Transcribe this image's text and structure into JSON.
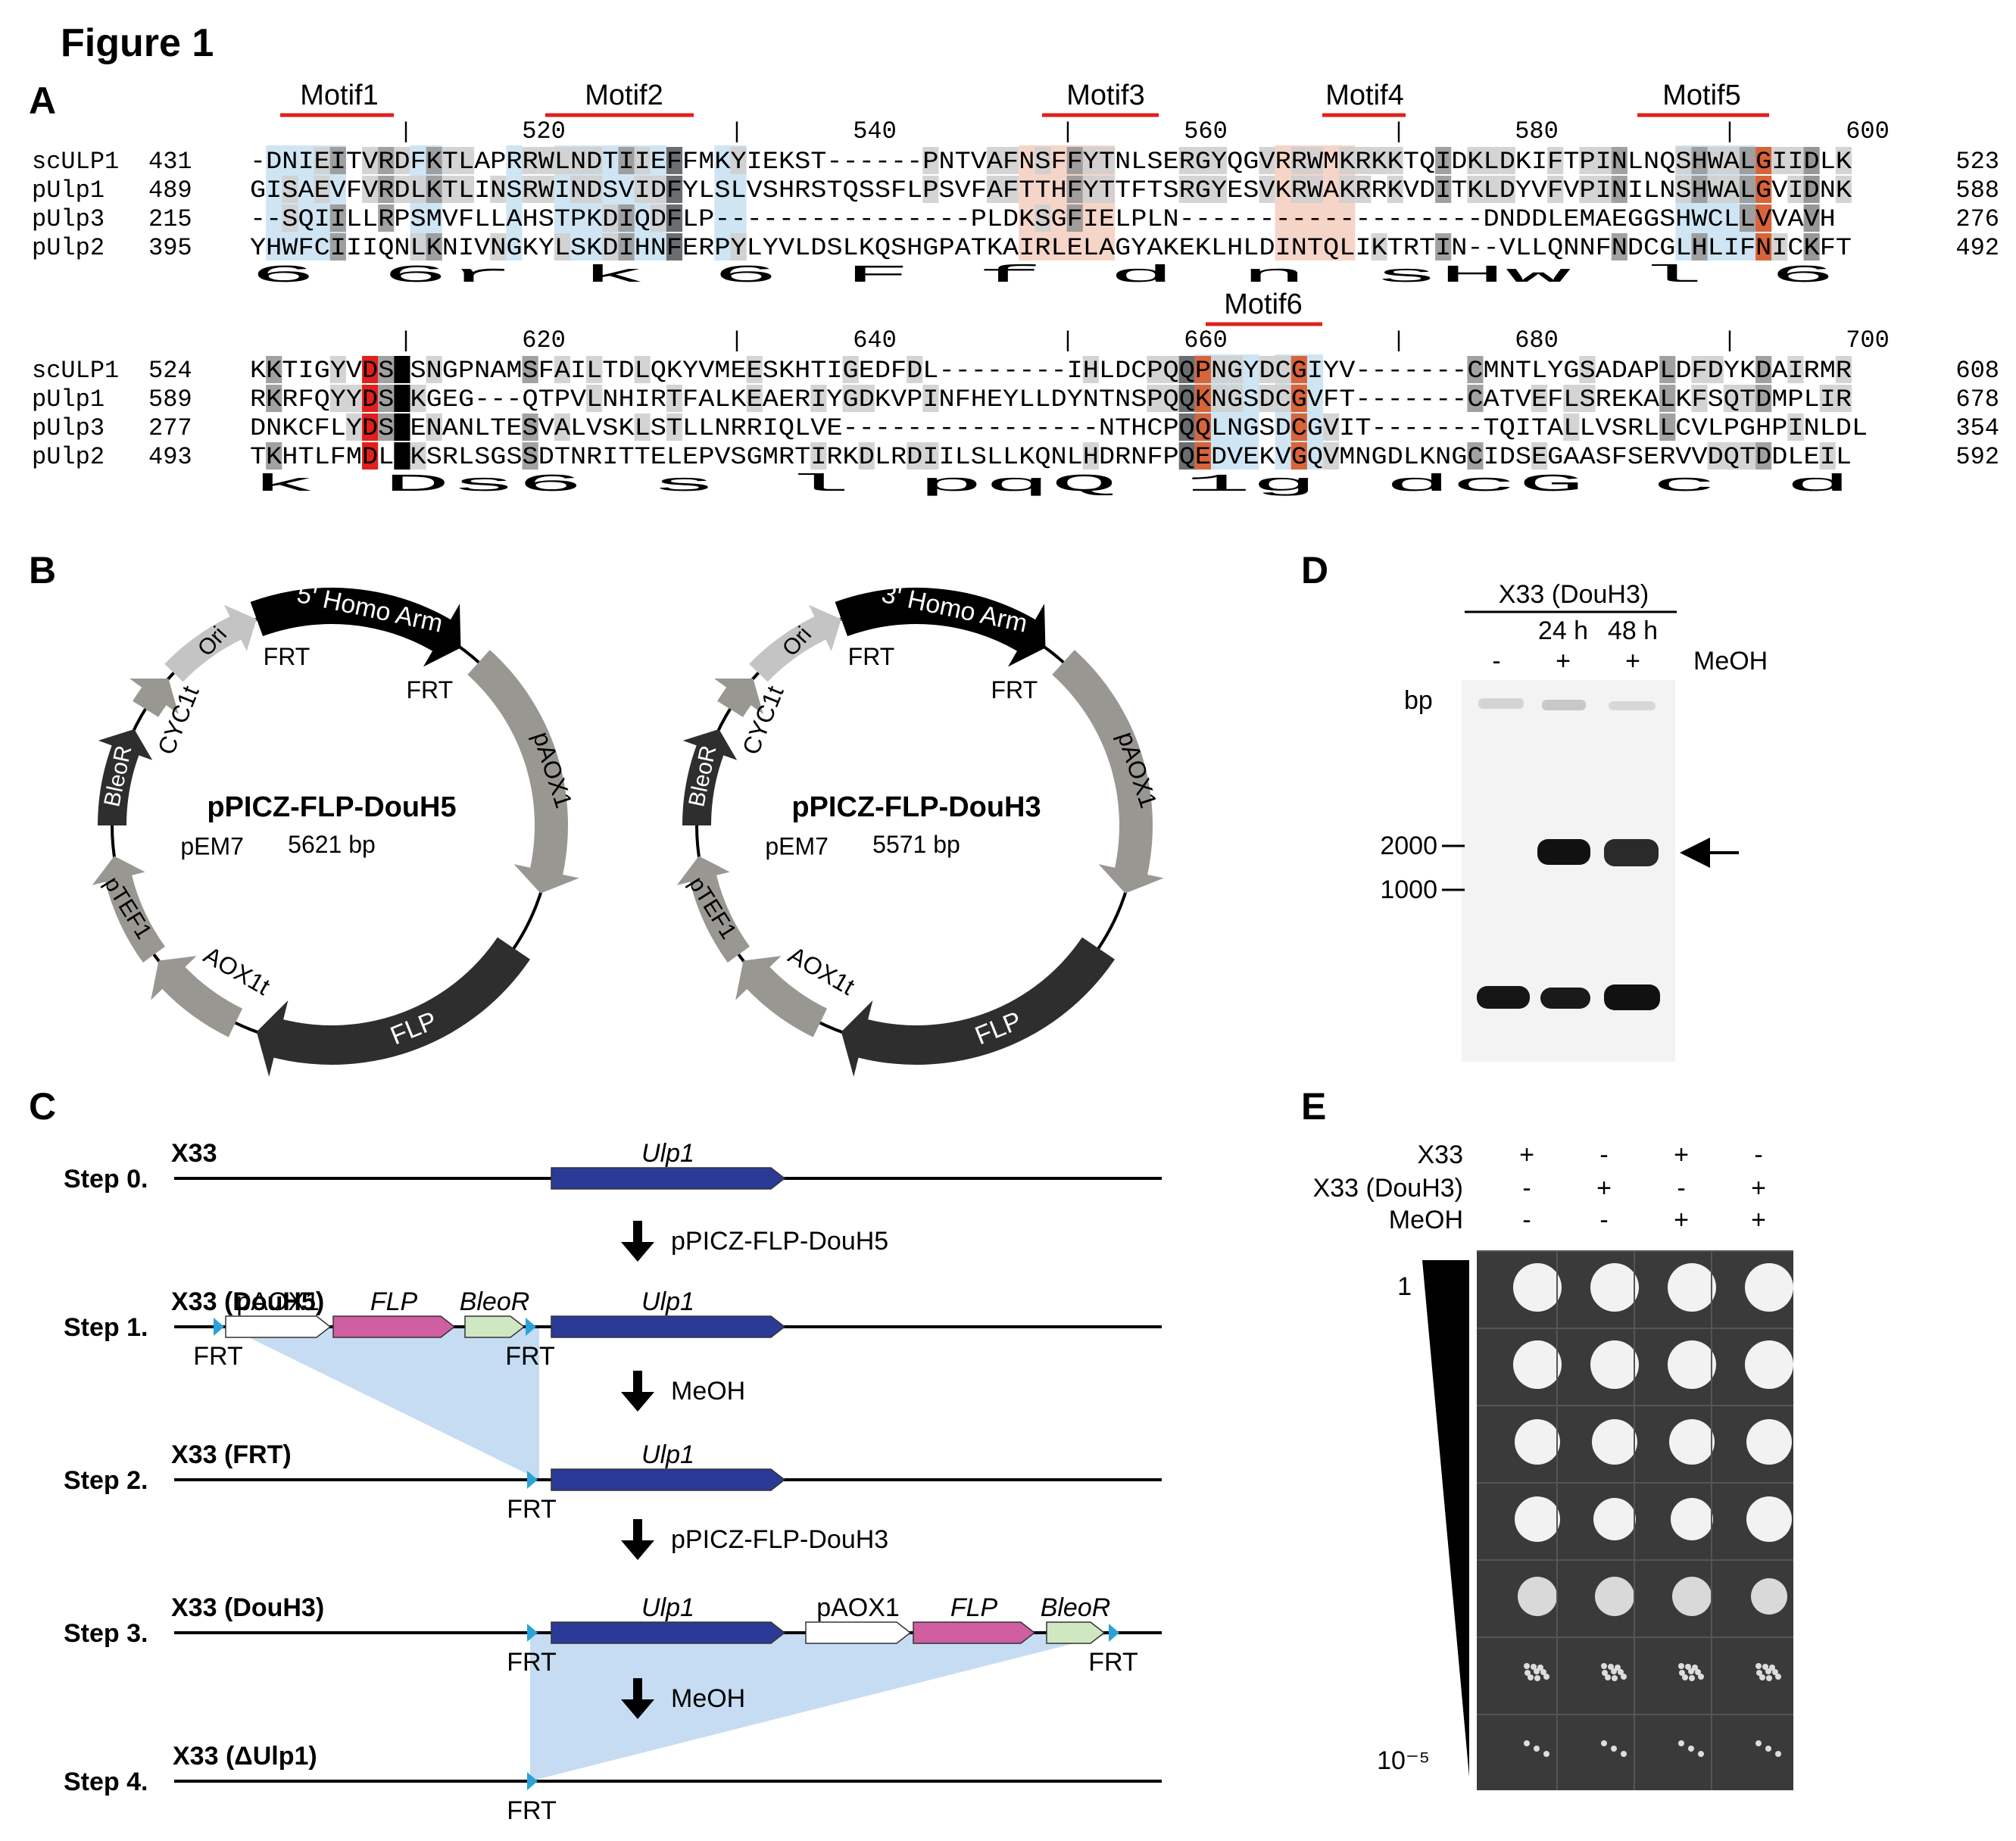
{
  "figure_title": "Figure 1",
  "panel_a": {
    "letter": "A",
    "motifs": [
      "Motif1",
      "Motif2",
      "Motif3",
      "Motif4",
      "Motif5",
      "Motif6"
    ],
    "block1": {
      "ruler": [
        "520",
        "540",
        "560",
        "580",
        "600"
      ],
      "rows": [
        {
          "name": "scULP1",
          "start": "431",
          "seq": "-DNIEITVRDFKTLAPRRWLNDTIIEFFMKYIEKST------PNTVAFNSFFYTNLSERGYQGVRRWMKRKKTQIDKLDKIFTPINLNQSHWALGIIDLK",
          "end": "523"
        },
        {
          "name": "pUlp1",
          "start": "489",
          "seq": "GISAEVFVRDLKTLINSRWINDSVIDFYLSLVSHRSTQSSFLPSVFAFTTHFYTTFTSRGYESVKRWAKRRKVDITKLDYVFVPINILNSHWALGVIDNK",
          "end": "588"
        },
        {
          "name": "pUlp3",
          "start": "215",
          "seq": "--SQIILLRPSMVFLLAHSTPKDIQDFLP----------------PLDKSGFIELPLN-------------------DNDDLEMAEGGSHWCLLVVAVH",
          "end": "276"
        },
        {
          "name": "pUlp2",
          "start": "395",
          "seq": "YHWFCIIIQNLKNIVNGKYLSKDIHNFERPYLYVLDSLKQSHGPATKAIRLELAGYAKEKLHLDINTQLIKTRTIN--VLLQNNFNDCGLHLIFNICKFT",
          "end": "492"
        }
      ],
      "consensus": "      6 6r  k           6  F                         f                        d      n   sHw l 6   "
    },
    "block2": {
      "ruler": [
        "620",
        "640",
        "660",
        "680",
        "700"
      ],
      "rows": [
        {
          "name": "scULP1",
          "start": "524",
          "seq": "KKTIGYVDSLSNGPNAMSFAILTDLQKYVMEESKHTIGEDFDL--------IHLDCPQQPNGYDCGIYV-------CMNTLYGSADAPLDFDYKDAIRMR",
          "end": "608"
        },
        {
          "name": "pUlp1",
          "start": "589",
          "seq": "RKRFQYYDSLKGEG---QTPVLNHIRTFALKEAERIYGDKVPINFHEYLLDYNTNSPQQKNGSDCGVFT-------CATVEFLSREKALKFSQTDMPLIR",
          "end": "678"
        },
        {
          "name": "pUlp3",
          "start": "277",
          "seq": "DNKCFLYDSLENANLTESVALVSKLSTLLNRRIQLVE----------------NTHCPQQLNGSDCGVIT-------TQITALLVSRLLCVLPGHPINLDL",
          "end": "354"
        },
        {
          "name": "pUlp2",
          "start": "493",
          "seq": "TKHTLFMDLIKSRLSGSSDTNRITTELEPVSGMRTIRKDLRDIILSLLKQNLHDRNFPQEDVEKVGQVMNGDLKNGCIDSEGAASFSERVVDQTDDLEIL",
          "end": "592"
        }
      ],
      "consensus": "k      Ds6      s     l                                  pqQ 1g dcG          c                   d  "
    }
  },
  "panel_b": {
    "letter": "B",
    "plasmids": [
      {
        "title": "pPICZ-FLP-DouH5",
        "size": "5621 bp",
        "arm": "5' Homo Arm"
      },
      {
        "title": "pPICZ-FLP-DouH3",
        "size": "5571 bp",
        "arm": "3' Homo Arm"
      }
    ],
    "features": {
      "frt": "FRT",
      "paox1": "pAOX1",
      "flp": "FLP",
      "aox1t": "AOX1t",
      "ptef1": "pTEF1",
      "pem7": "pEM7",
      "bleor": "BleoR",
      "cyc1t": "CYC1t",
      "ori": "Ori"
    }
  },
  "panel_c": {
    "letter": "C",
    "steps": [
      {
        "label": "Step 0.",
        "strain": "X33"
      },
      {
        "label": "Step 1.",
        "strain": "X33 (DouH5)"
      },
      {
        "label": "Step 2.",
        "strain": "X33 (FRT)"
      },
      {
        "label": "Step 3.",
        "strain": "X33 (DouH3)"
      },
      {
        "label": "Step 4.",
        "strain": "X33 (ΔUlp1)"
      }
    ],
    "transitions": [
      "pPICZ-FLP-DouH5",
      "MeOH",
      "pPICZ-FLP-DouH3",
      "MeOH"
    ],
    "genes": {
      "ulp1": "Ulp1",
      "paox1": "pAOX1",
      "flp": "FLP",
      "bleor": "BleoR",
      "frt": "FRT"
    },
    "colors": {
      "ulp1": "#2b3a96",
      "flp": "#d05ea0",
      "bleor": "#cfe8c2",
      "frt": "#2aa3d6",
      "excision": "#c6dcf2"
    }
  },
  "panel_d": {
    "letter": "D",
    "strain_header": "X33 (DouH3)",
    "time_labels": [
      "24 h",
      "48 h"
    ],
    "meoh_label": "MeOH",
    "lanes": [
      "-",
      "+",
      "+"
    ],
    "bp_label": "bp",
    "markers": [
      "2000",
      "1000"
    ]
  },
  "panel_e": {
    "letter": "E",
    "row_labels": [
      "X33",
      "X33 (DouH3)",
      "MeOH"
    ],
    "signs": [
      [
        "+",
        "-",
        "+",
        "-"
      ],
      [
        "-",
        "+",
        "-",
        "+"
      ],
      [
        "-",
        "-",
        "+",
        "+"
      ]
    ],
    "dilution_top": "1",
    "dilution_bottom": "10⁻⁵"
  }
}
